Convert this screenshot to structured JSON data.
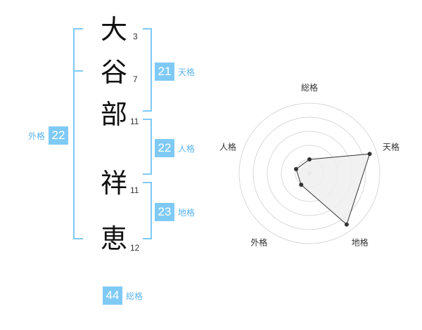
{
  "name": {
    "chars": [
      {
        "char": "大",
        "strokes": "3"
      },
      {
        "char": "谷",
        "strokes": "7"
      },
      {
        "char": "部",
        "strokes": "11"
      },
      {
        "char": "祥",
        "strokes": "11"
      },
      {
        "char": "恵",
        "strokes": "12"
      }
    ]
  },
  "fortune": {
    "tenkaku": {
      "value": "21",
      "label": "天格"
    },
    "jinkaku": {
      "value": "22",
      "label": "人格"
    },
    "chikaku": {
      "value": "23",
      "label": "地格"
    },
    "gaikaku": {
      "value": "22",
      "label": "外格"
    },
    "soukaku": {
      "value": "44",
      "label": "総格"
    }
  },
  "colors": {
    "accent": "#7fcaf5",
    "bracket": "#7fcaf5",
    "label": "#5bb4ec"
  },
  "chart_data": {
    "type": "radar",
    "axes": [
      "総格",
      "天格",
      "地格",
      "外格",
      "人格"
    ],
    "values": [
      1.0,
      4.5,
      4.5,
      1.0,
      1.0
    ],
    "range": [
      0,
      5
    ],
    "rings": 5,
    "fill": "#eeeeee",
    "line": "#333333"
  }
}
